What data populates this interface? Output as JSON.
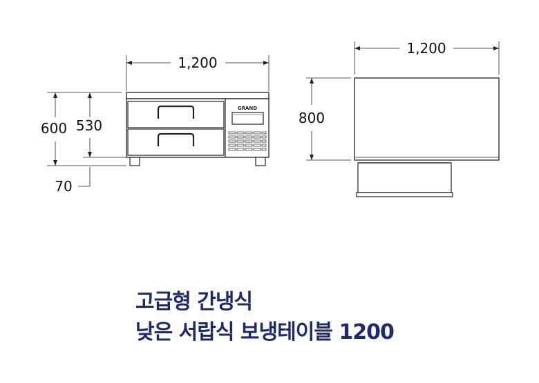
{
  "dimensions": {
    "front_width": "1,200",
    "side_depth": "1,200",
    "total_height": "600",
    "body_height": "530",
    "leg_height": "70",
    "side_height": "800"
  },
  "brand": "GRAND",
  "title": {
    "line1": "고급형 간냉식",
    "line2": "낮은 서랍식 보냉테이블 1200"
  }
}
